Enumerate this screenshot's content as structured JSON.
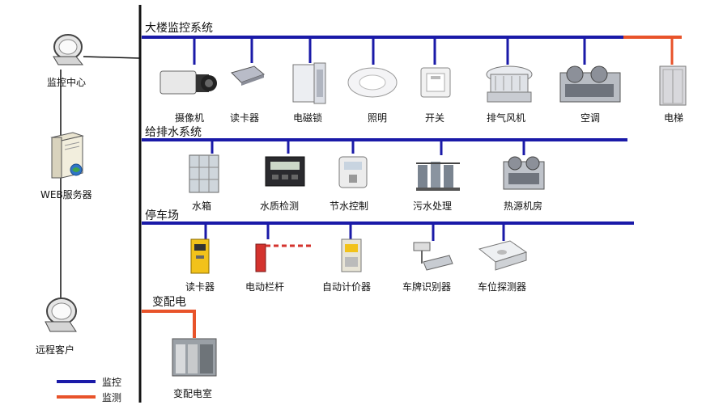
{
  "colors": {
    "monitor_control": "#1a1aa8",
    "monitoring": "#e8532a",
    "trunk": "#111111"
  },
  "left_nodes": {
    "monitor_center": "监控中心",
    "web_server": "WEB服务器",
    "remote_client": "远程客户"
  },
  "sections": {
    "building_monitor": {
      "title": "大楼监控系统",
      "devices": [
        "摄像机",
        "读卡器",
        "电磁锁",
        "照明",
        "开关",
        "排气风机",
        "空调",
        "电梯"
      ]
    },
    "water": {
      "title": "给排水系统",
      "devices": [
        "水箱",
        "水质检测",
        "节水控制",
        "污水处理",
        "热源机房"
      ]
    },
    "parking": {
      "title": "停车场",
      "devices": [
        "读卡器",
        "电动栏杆",
        "自动计价器",
        "车牌识别器",
        "车位探测器"
      ]
    },
    "power": {
      "title": "变配电",
      "devices": [
        "变配电室"
      ]
    }
  },
  "legend": [
    {
      "label": "监控",
      "color": "#1a1aa8"
    },
    {
      "label": "监测",
      "color": "#e8532a"
    }
  ]
}
